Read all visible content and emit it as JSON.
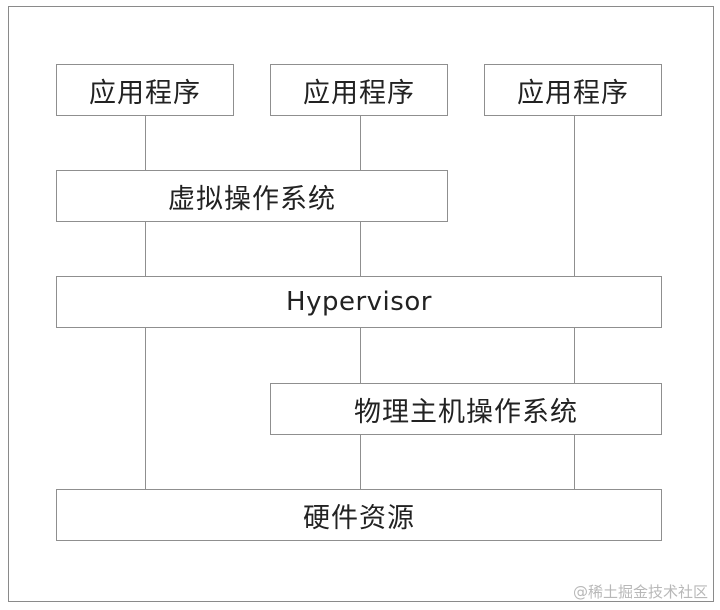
{
  "diagram": {
    "apps": [
      "应用程序",
      "应用程序",
      "应用程序"
    ],
    "guest_os": "虚拟操作系统",
    "hypervisor": "Hypervisor",
    "host_os": "物理主机操作系统",
    "hardware": "硬件资源"
  },
  "watermark": "@稀土掘金技术社区",
  "colors": {
    "border": "#8f8f8f",
    "text": "#222222",
    "watermark": "#b8b8b8",
    "background": "#ffffff"
  }
}
